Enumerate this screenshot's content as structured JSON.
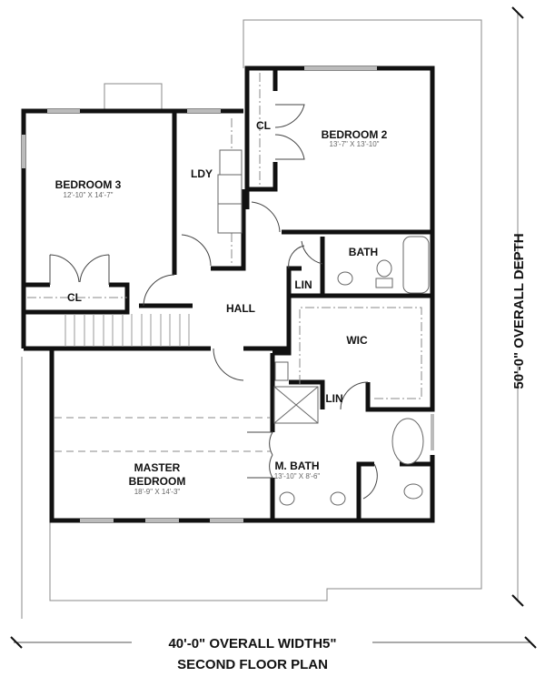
{
  "plan": {
    "title": "SECOND FLOOR PLAN",
    "width_dimension": "40'-0\" OVERALL WIDTH5\"",
    "depth_dimension": "50'-0\" OVERALL DEPTH"
  },
  "rooms": {
    "bedroom3": {
      "name": "BEDROOM 3",
      "size": "12'-10\" X 14'-7\""
    },
    "bedroom3_closet": {
      "name": "CL"
    },
    "laundry": {
      "name": "LDY"
    },
    "hall": {
      "name": "HALL"
    },
    "bedroom2": {
      "name": "BEDROOM 2",
      "size": "13'-7\" X 13'-10\""
    },
    "bedroom2_closet": {
      "name": "CL"
    },
    "bath": {
      "name": "BATH"
    },
    "linen1": {
      "name": "LIN"
    },
    "wic": {
      "name": "WIC"
    },
    "linen2": {
      "name": "LIN"
    },
    "master_bath": {
      "name": "M. BATH",
      "size": "13'-10\" X 8'-6\""
    },
    "master_bedroom": {
      "name1": "MASTER",
      "name2": "BEDROOM",
      "size": "18'-9\" X 14'-3\""
    }
  }
}
